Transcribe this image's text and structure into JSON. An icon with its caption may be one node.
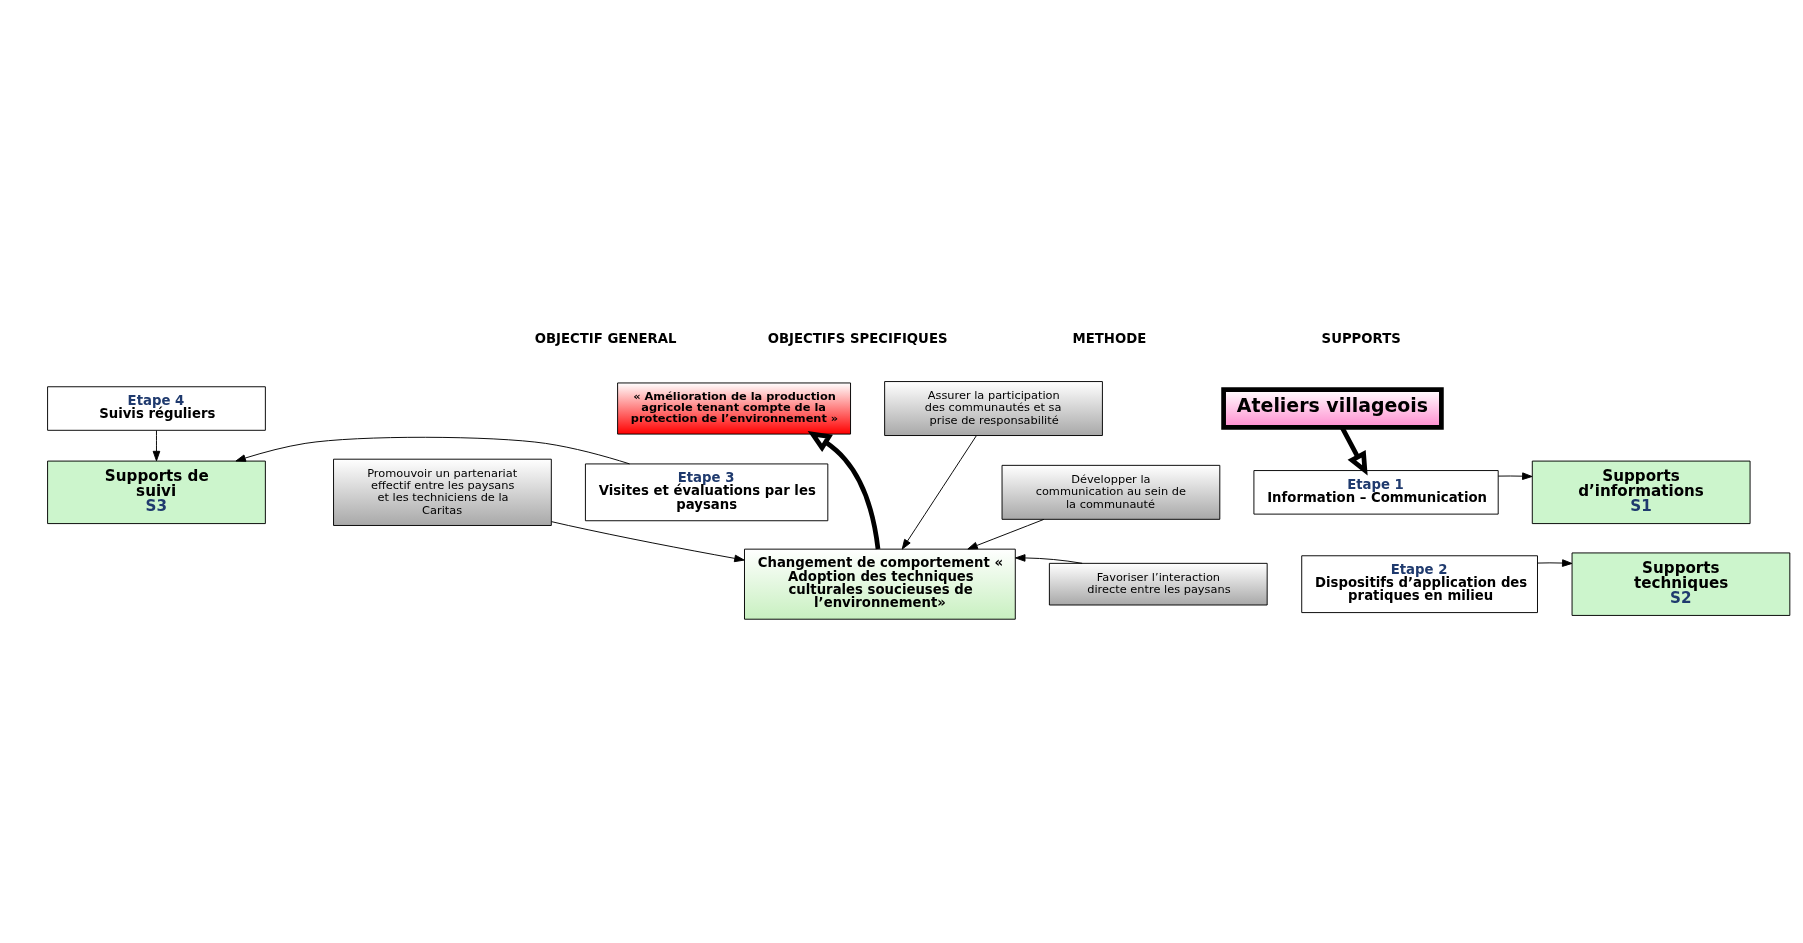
{
  "diagram": {
    "nodes": [
      {
        "text": [
          "« Amélioration de la production agricole tenant compte de la protection de l’environnement »"
        ]
      },
      {
        "text": [
          "Changement de comportement « Adoption des techniques culturales soucieuses de l’environnement»"
        ]
      },
      {
        "text": [
          "Assurer la participation des communautés et sa prise de responsabilité"
        ]
      },
      {
        "text": [
          "Développer la communication au sein de la communauté"
        ]
      },
      {
        "text": [
          "Favoriser l’interaction directe entre les paysans"
        ]
      },
      {
        "text": [
          "Promouvoir un partenariat effectif entre les paysans et les techniciens de la Caritas"
        ]
      },
      {
        "text": [
          "Ateliers villageois"
        ]
      },
      {
        "text": [
          "Etape 1",
          "Information – Communication"
        ]
      },
      {
        "text": [
          "Etape 2",
          "Dispositifs d’application des pratiques en milieu"
        ]
      },
      {
        "text": [
          "Etape 3",
          "Visites et évaluations par les paysans"
        ]
      },
      {
        "text": [
          "Etape 4",
          "Suivis réguliers"
        ]
      },
      {
        "text": [
          "Supports d’informations",
          "S1"
        ]
      },
      {
        "text": [
          "Supports techniques",
          "S2"
        ]
      },
      {
        "text": [
          "Supports de suivi",
          "S3"
        ]
      }
    ],
    "edges": [
      {
        "from": 1,
        "to": 0,
        "arrow": "to",
        "style": "thick"
      },
      {
        "from": 2,
        "to": 1,
        "arrow": "to"
      },
      {
        "from": 3,
        "to": 1,
        "arrow": "to"
      },
      {
        "from": 4,
        "to": 1,
        "arrow": "to"
      },
      {
        "from": 5,
        "to": 1,
        "arrow": "to"
      },
      {
        "from": 6,
        "to": 7,
        "arrow": "to",
        "style": "thick"
      },
      {
        "from": 7,
        "to": 11,
        "arrow": "to"
      },
      {
        "from": 8,
        "to": 12,
        "arrow": "to"
      },
      {
        "from": 9,
        "to": 13,
        "arrow": "to"
      },
      {
        "from": 10,
        "to": 13,
        "arrow": "to"
      }
    ],
    "labels": [
      "OBJECTIF GENERAL",
      "OBJECTIFS SPECIFIQUES",
      "METHODE",
      "SUPPORTS"
    ]
  }
}
